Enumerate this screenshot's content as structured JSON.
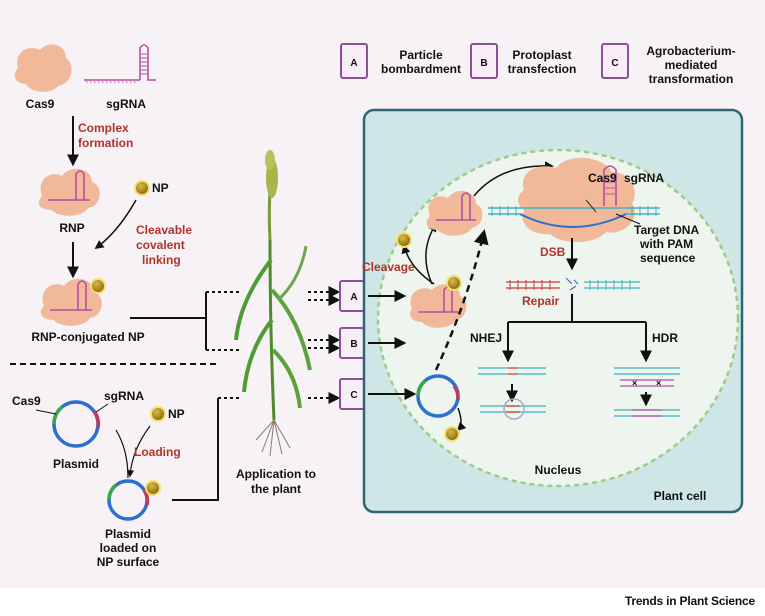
{
  "legend": [
    {
      "key": "A",
      "label_line1": "Particle",
      "label_line2": "bombardment",
      "label_line3": ""
    },
    {
      "key": "B",
      "label_line1": "Protoplast",
      "label_line2": "transfection",
      "label_line3": ""
    },
    {
      "key": "C",
      "label_line1": "Agrobacterium-",
      "label_line2": "mediated",
      "label_line3": "transformation"
    }
  ],
  "left": {
    "cas9": "Cas9",
    "sgrna": "sgRNA",
    "complex_formation_1": "Complex",
    "complex_formation_2": "formation",
    "rnp": "RNP",
    "np": "NP",
    "cleavable_1": "Cleavable",
    "cleavable_2": "covalent",
    "cleavable_3": "linking",
    "rnp_np": "RNP-conjugated NP",
    "plasmid_cas9": "Cas9",
    "plasmid_sgrna": "sgRNA",
    "plasmid_np": "NP",
    "plasmid": "Plasmid",
    "loading": "Loading",
    "loaded_1": "Plasmid",
    "loaded_2": "loaded on",
    "loaded_3": "NP surface"
  },
  "plant": {
    "app_1": "Application  to",
    "app_2": "the plant"
  },
  "cell": {
    "cas9": "Cas9",
    "sgrna": "sgRNA",
    "target_1": "Target DNA",
    "target_2": "with PAM",
    "target_3": "sequence",
    "cleavage": "Cleavage",
    "dsb": "DSB",
    "repair": "Repair",
    "nhej": "NHEJ",
    "hdr": "HDR",
    "nucleus": "Nucleus",
    "plant_cell": "Plant cell"
  },
  "footer": "Trends in Plant Science",
  "colors": {
    "protein": "#f1b99a",
    "sgrna": "#b44fa4",
    "np_fill": "#b08b25",
    "np_ring": "#f3e26c",
    "red_label": "#b3322b",
    "box_purple": "#8d4f96",
    "cell_fill": "#cfe6e6",
    "cell_border": "#2f6575",
    "nucleus_border": "#9ccc86",
    "dna_teal": "#3db4c0",
    "dna_red": "#d23b3b"
  }
}
